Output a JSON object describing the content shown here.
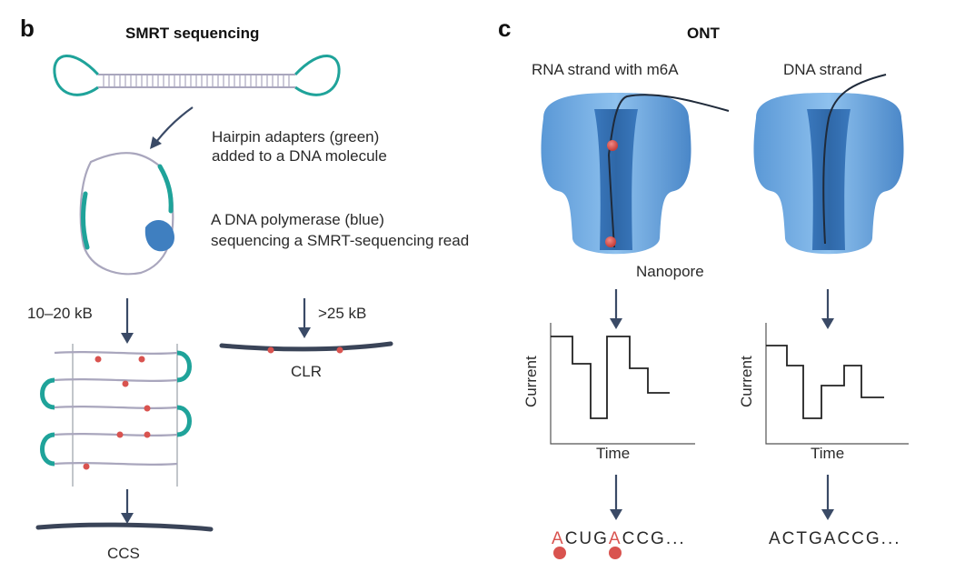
{
  "panel_b": {
    "letter": "b",
    "title": "SMRT sequencing",
    "hairpin_caption_line1": "Hairpin adapters (green)",
    "hairpin_caption_line2": "added to a DNA molecule",
    "polymerase_caption_line1": "A DNA polymerase (blue)",
    "polymerase_caption_line2": "sequencing a SMRT-sequencing read",
    "ccs_length": "10–20 kB",
    "clr_length": ">25 kB",
    "ccs_label": "CCS",
    "clr_label": "CLR"
  },
  "panel_c": {
    "letter": "c",
    "title": "ONT",
    "rna_title": "RNA strand with m6A",
    "dna_title": "DNA strand",
    "nanopore_label": "Nanopore",
    "rna_plot": {
      "ylabel": "Current",
      "xlabel": "Time"
    },
    "dna_plot": {
      "ylabel": "Current",
      "xlabel": "Time"
    },
    "rna_sequence": [
      "A",
      "CUG",
      "A",
      "CCG..."
    ],
    "dna_sequence": "ACTGACCG..."
  },
  "colors": {
    "adapter_green": "#1fa39a",
    "strand_gray": "#a9a6bd",
    "polymerase_blue": "#3f7fc0",
    "modification_red": "#d9534f",
    "arrow": "#3a4a66",
    "pore_blue": "#6aa8e0",
    "read_dark": "#3a4458"
  }
}
